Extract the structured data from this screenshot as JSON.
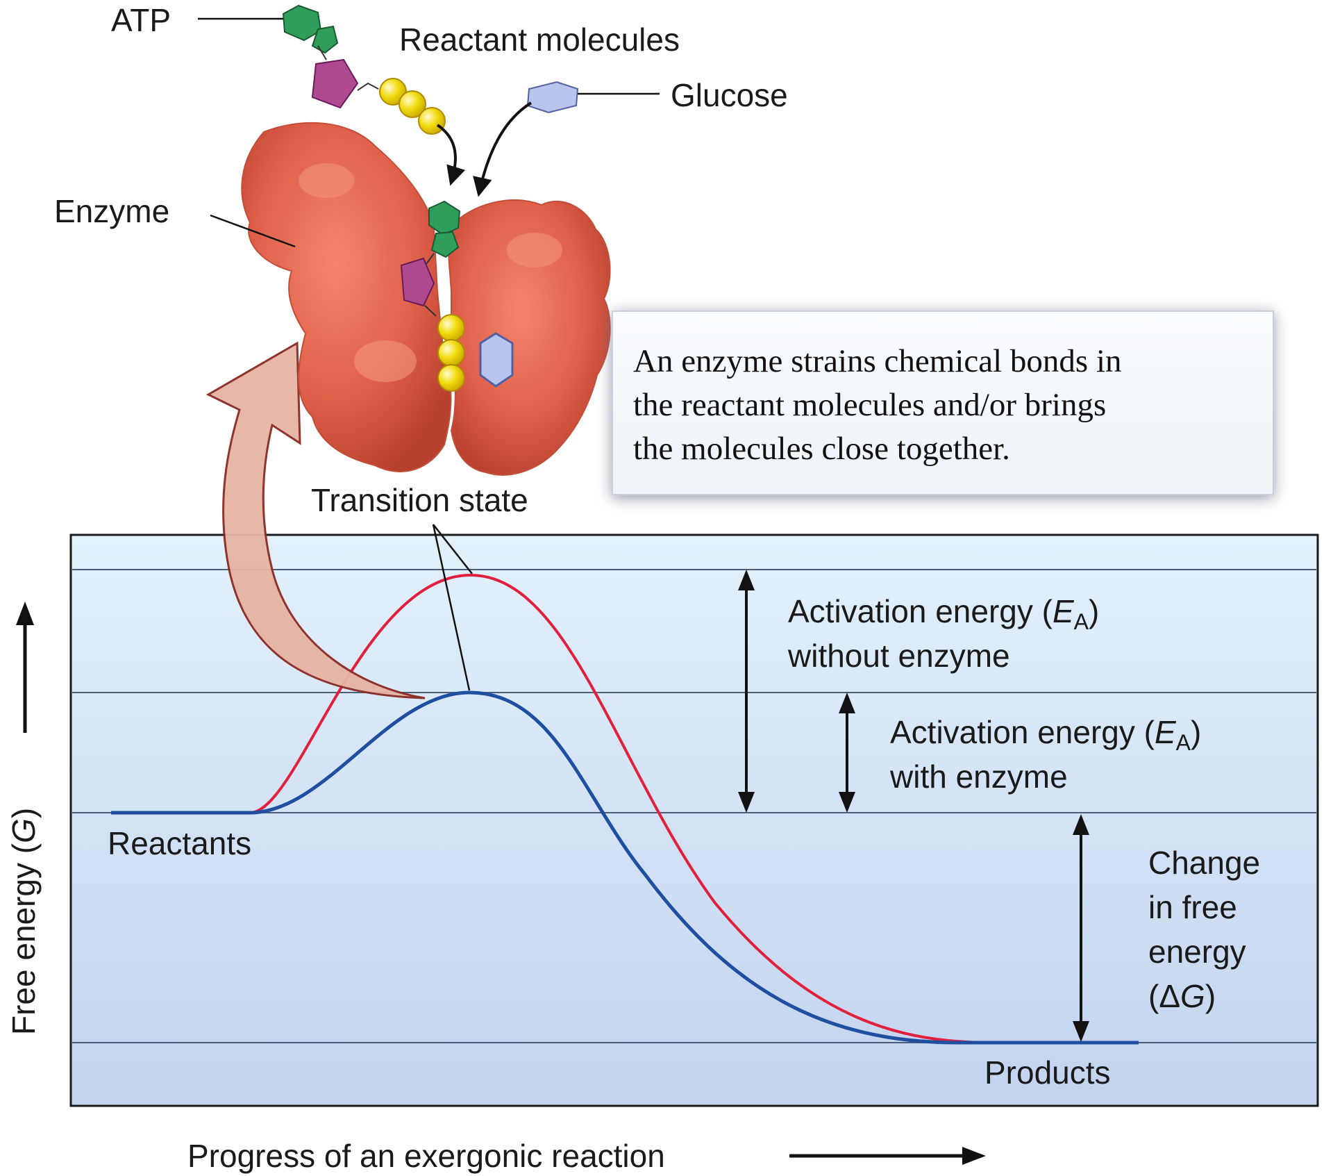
{
  "labels": {
    "atp": "ATP",
    "reactant_molecules": "Reactant molecules",
    "glucose": "Glucose",
    "enzyme": "Enzyme",
    "transition_state": "Transition state",
    "reactants": "Reactants",
    "products": "Products"
  },
  "caption_box": {
    "line1": "An enzyme strains chemical bonds in",
    "line2": "the reactant molecules and/or brings",
    "line3": "the molecules close together."
  },
  "activation_without": {
    "prefix": "Activation energy (",
    "symbol": "E",
    "subscript": "A",
    "suffix": ")",
    "line2": "without enzyme"
  },
  "activation_with": {
    "prefix": "Activation energy (",
    "symbol": "E",
    "subscript": "A",
    "suffix": ")",
    "line2": "with enzyme"
  },
  "delta_g": {
    "line1": "Change",
    "line2": "in free",
    "line3": "energy",
    "line4_prefix": "(Δ",
    "line4_symbol": "G",
    "line4_suffix": ")"
  },
  "axes": {
    "y_prefix": "Free energy (",
    "y_symbol": "G",
    "y_suffix": ")",
    "x": "Progress of an exergonic reaction"
  },
  "colors": {
    "curve_without_enzyme": "#e0203c",
    "curve_with_enzyme": "#1f4fa0",
    "enzyme": "#e0604a",
    "atp_base": "#2e9e5a",
    "atp_sugar": "#b04a90",
    "phosphate": "#f2dc10",
    "glucose": "#b8c4ec",
    "panel_top": "#e3f1fb",
    "panel_bottom": "#c3d3ee",
    "big_arrow": "#e6b4a4"
  }
}
